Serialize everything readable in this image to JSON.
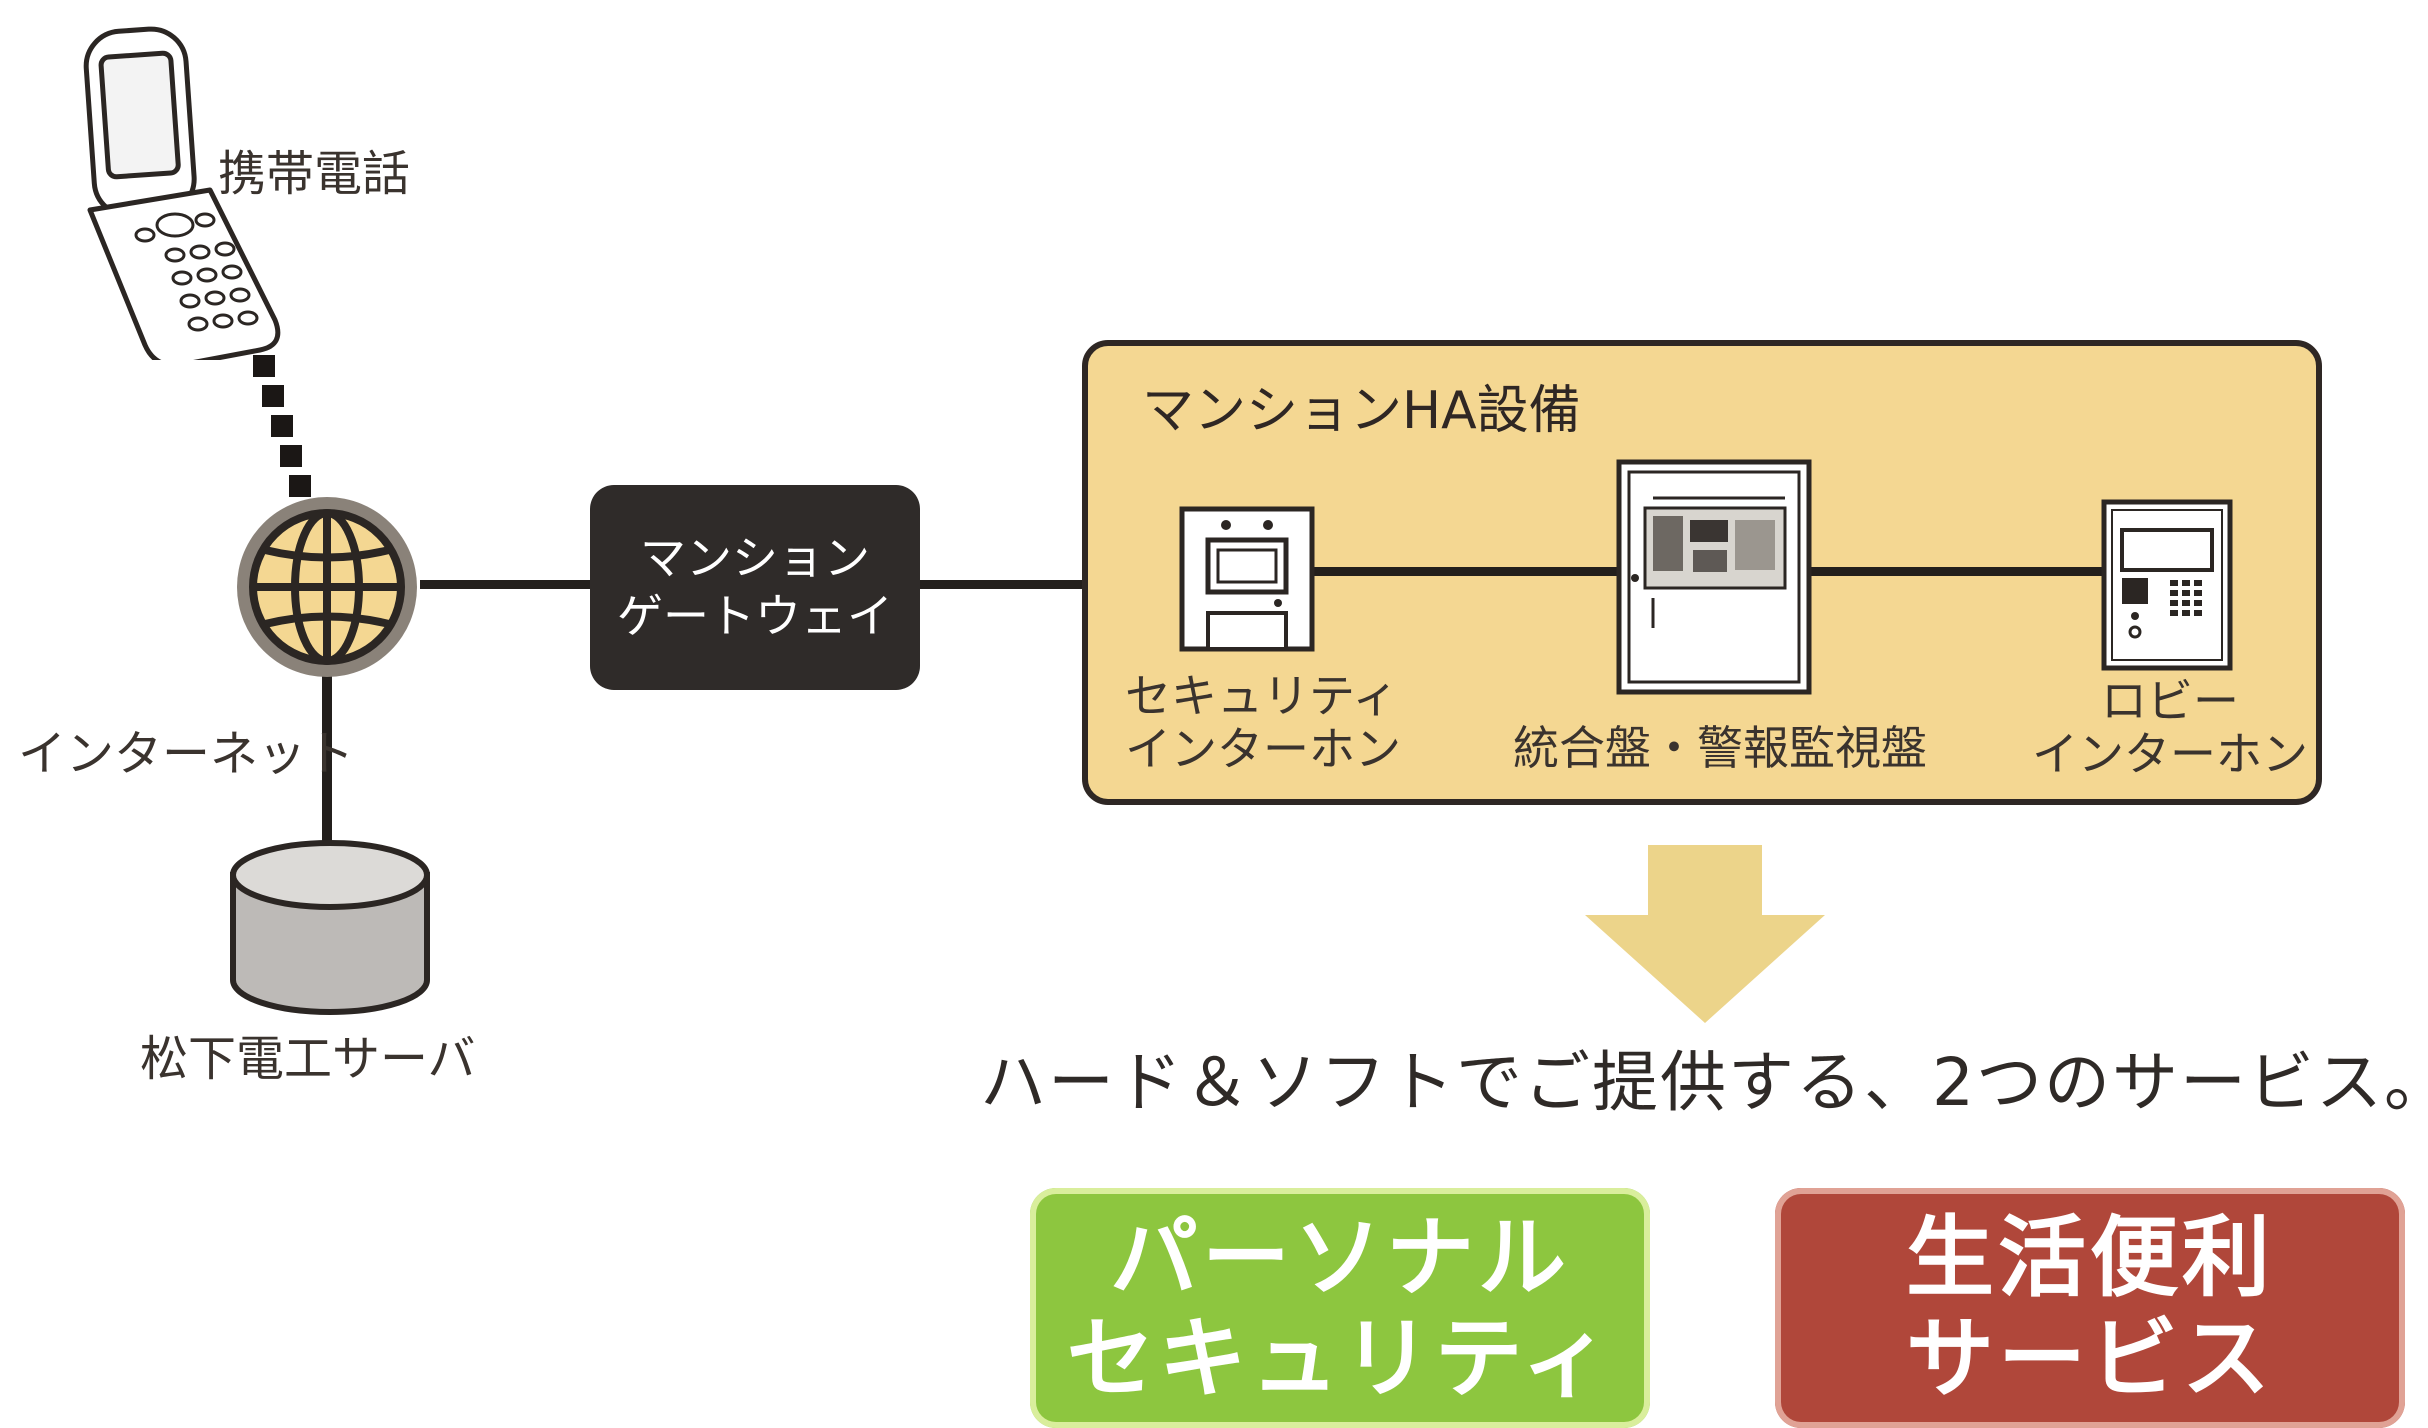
{
  "labels": {
    "mobile_phone": "携帯電話",
    "internet": "インターネット",
    "server": "松下電工サーバ",
    "gateway_line1": "マンション",
    "gateway_line2": "ゲートウェイ",
    "ha_title": "マンションHA設備",
    "security_intercom_line1": "セキュリティ",
    "security_intercom_line2": "インターホン",
    "control_panel": "統合盤・警報監視盤",
    "lobby_intercom_line1": "ロビー",
    "lobby_intercom_line2": "インターホン"
  },
  "summary": "ハード＆ソフトでご提供する、2つのサービス。",
  "services": {
    "personal_line1": "パーソナル",
    "personal_line2": "セキュリティ",
    "life_line1": "生活便利",
    "life_line2": "サービス"
  },
  "colors": {
    "panel": "#f4d792",
    "gateway": "#2f2b29",
    "arrow": "#ecd48a",
    "personal": "#8dc63f",
    "life": "#b0473a"
  }
}
